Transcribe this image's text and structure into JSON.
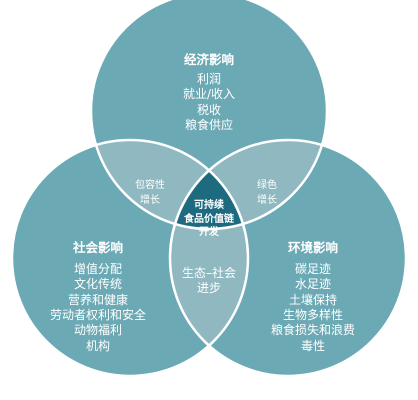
{
  "colors": {
    "circle_fill": "#6ba9b5",
    "pair_overlap_fill": "#8fb8c1",
    "center_fill": "#1e6b7f",
    "outline": "#ffffff",
    "text": "#ffffff"
  },
  "economic": {
    "title": "经济影响",
    "items": [
      "利润",
      "就业/收入",
      "税收",
      "粮食供应"
    ]
  },
  "social": {
    "title": "社会影响",
    "items": [
      "增值分配",
      "文化传统",
      "营养和健康",
      "劳动者权利和安全",
      "动物福利",
      "机构"
    ]
  },
  "environmental": {
    "title": "环境影响",
    "items": [
      "碳足迹",
      "水足迹",
      "土壤保持",
      "生物多样性",
      "粮食损失和浪费",
      "毒性"
    ]
  },
  "overlaps": {
    "economic_social": [
      "包容性",
      "增长"
    ],
    "economic_environmental": [
      "绿色",
      "增长"
    ],
    "social_environmental": [
      "生态–社会",
      "进步"
    ]
  },
  "center": [
    "可持续",
    "食品价值链",
    "开发"
  ]
}
